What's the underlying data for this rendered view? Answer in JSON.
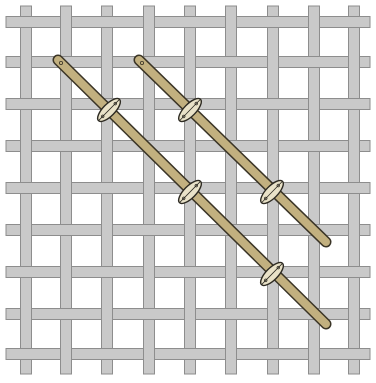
{
  "canvas": {
    "description_hidden": "",
    "mesh_color": "#c9c9c9",
    "mesh_edge_color": "#8d8d8d",
    "background": "#ffffff",
    "thread_color": "#c2b07f",
    "thread_edge": "#3a3426",
    "stitch_cap_color": "#e9e2c8",
    "stitch_cap_edge": "#2d2a22"
  },
  "mesh": {
    "vertical_count": 9,
    "horizontal_count": 9
  },
  "threads": [
    {
      "name": "long-thread",
      "stitch_count": 3
    },
    {
      "name": "short-thread",
      "stitch_count": 2
    }
  ]
}
